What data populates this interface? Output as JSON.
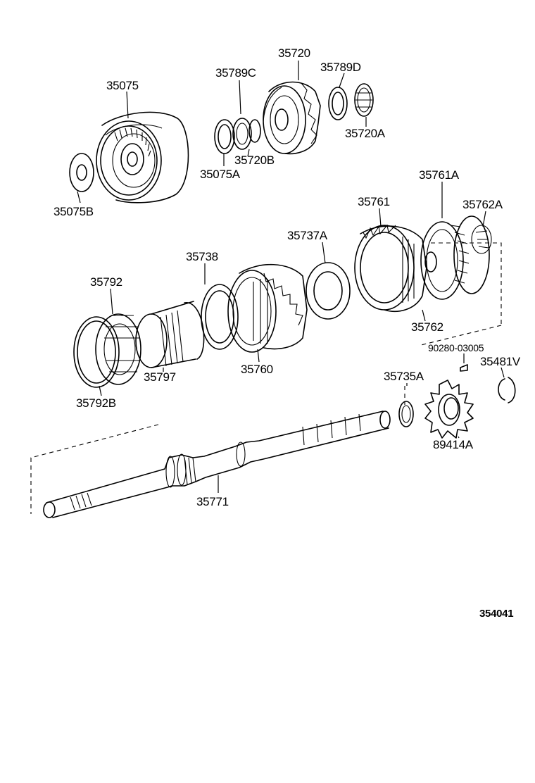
{
  "labels": {
    "p35075": "35075",
    "p35075B": "35075B",
    "p35075A": "35075A",
    "p35789C": "35789C",
    "p35720": "35720",
    "p35789D": "35789D",
    "p35720A": "35720A",
    "p35720B": "35720B",
    "p35761A": "35761A",
    "p35761": "35761",
    "p35762A": "35762A",
    "p35737A": "35737A",
    "p35738": "35738",
    "p35792": "35792",
    "p35762": "35762",
    "p35797": "35797",
    "p35760": "35760",
    "p90280": "90280-03005",
    "p35481V": "35481V",
    "p35735A": "35735A",
    "p35792B": "35792B",
    "p89414A": "89414A",
    "p35771": "35771"
  },
  "diagram_id": "354041"
}
